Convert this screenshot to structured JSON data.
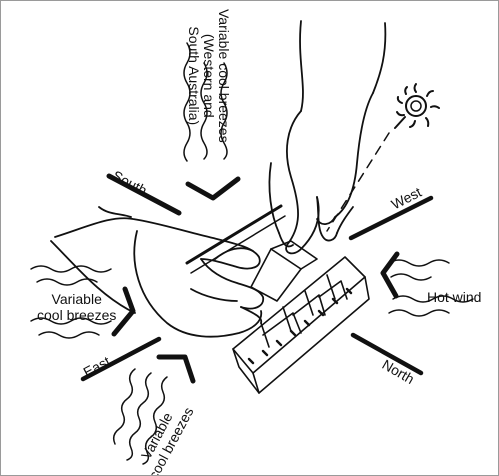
{
  "directions": {
    "south": "South",
    "west": "West",
    "north": "North",
    "east": "East"
  },
  "labels": {
    "top_breezes": [
      "Variable cool breezes",
      "(Western and",
      "South Australia)"
    ],
    "hot_wind": "Hot wind",
    "left_breezes": [
      "Variable",
      "cool breezes"
    ],
    "bottom_breezes": [
      "Variable",
      "cool breezes"
    ]
  },
  "icons": [
    "sun-icon",
    "hand-icon",
    "hand-icon",
    "termite-mound-model-icon",
    "wind-arrow-icon"
  ],
  "colors": {
    "ink": "#111111",
    "background": "#ffffff",
    "frame": "#9a9a9a"
  }
}
